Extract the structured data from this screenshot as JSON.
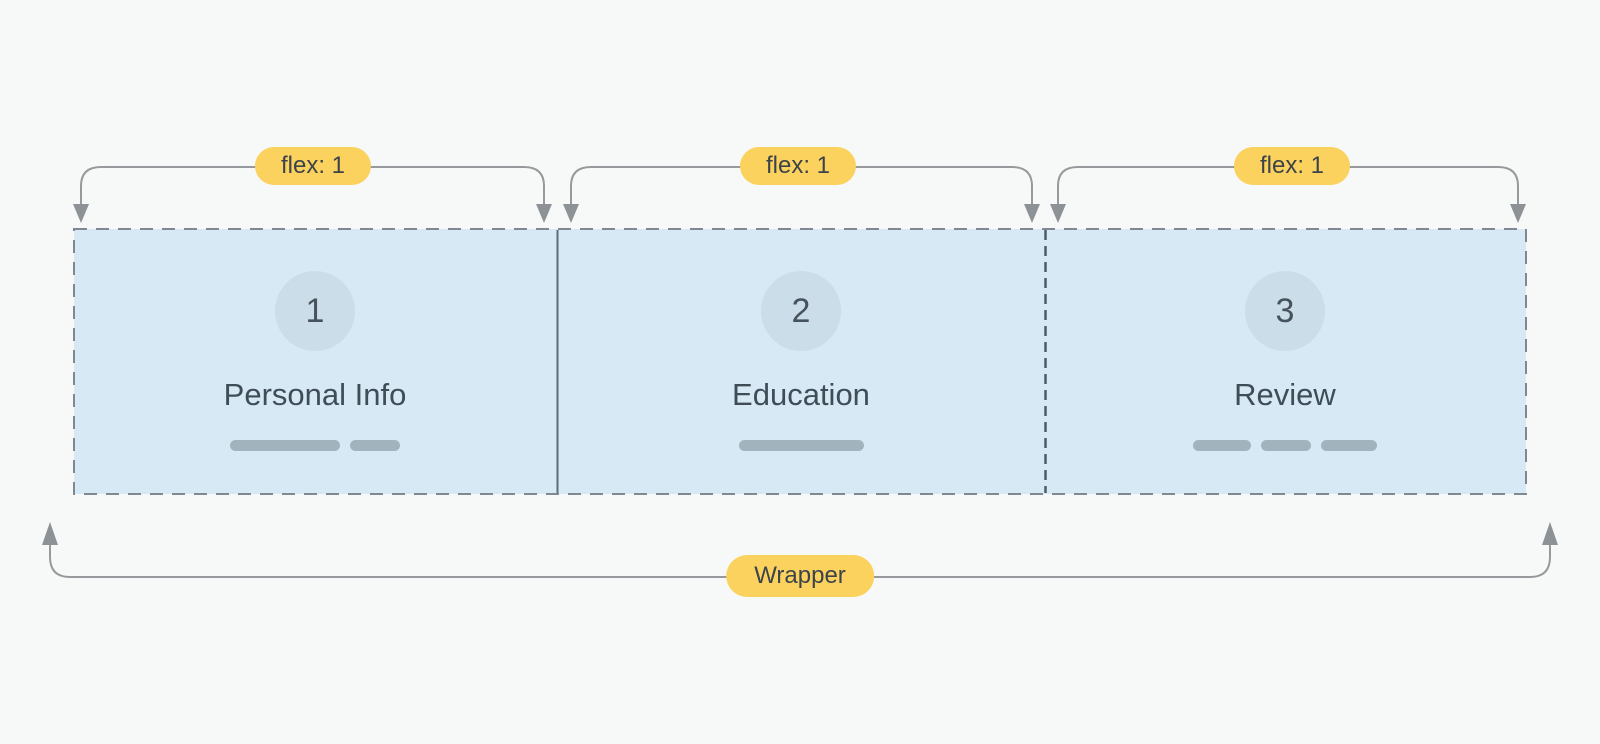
{
  "diagram": {
    "title": "flexbox equal-width columns illustration",
    "wrapper_label": "Wrapper",
    "steps": [
      {
        "number": "1",
        "title": "Personal Info",
        "flex_label": "flex: 1",
        "skeleton_bar_widths": [
          110,
          50
        ]
      },
      {
        "number": "2",
        "title": "Education",
        "flex_label": "flex: 1",
        "skeleton_bar_widths": [
          125
        ]
      },
      {
        "number": "3",
        "title": "Review",
        "flex_label": "flex: 1",
        "skeleton_bar_widths": [
          58,
          50,
          56
        ]
      }
    ],
    "colors": {
      "background": "#f7f8f8",
      "panel_blue": "#d7e9f5",
      "dashed_border_gray": "#7e8994",
      "solid_divider": "#5c6b78",
      "dashed_divider": "#4e5c68",
      "circle_fill": "#cbdde8",
      "text_dark": "#3f4d57",
      "badge_yellow": "#fbd25d",
      "badge_text": "#3c434a",
      "arrow_gray": "#97999c",
      "skeleton_gray": "#a1b4be"
    }
  }
}
